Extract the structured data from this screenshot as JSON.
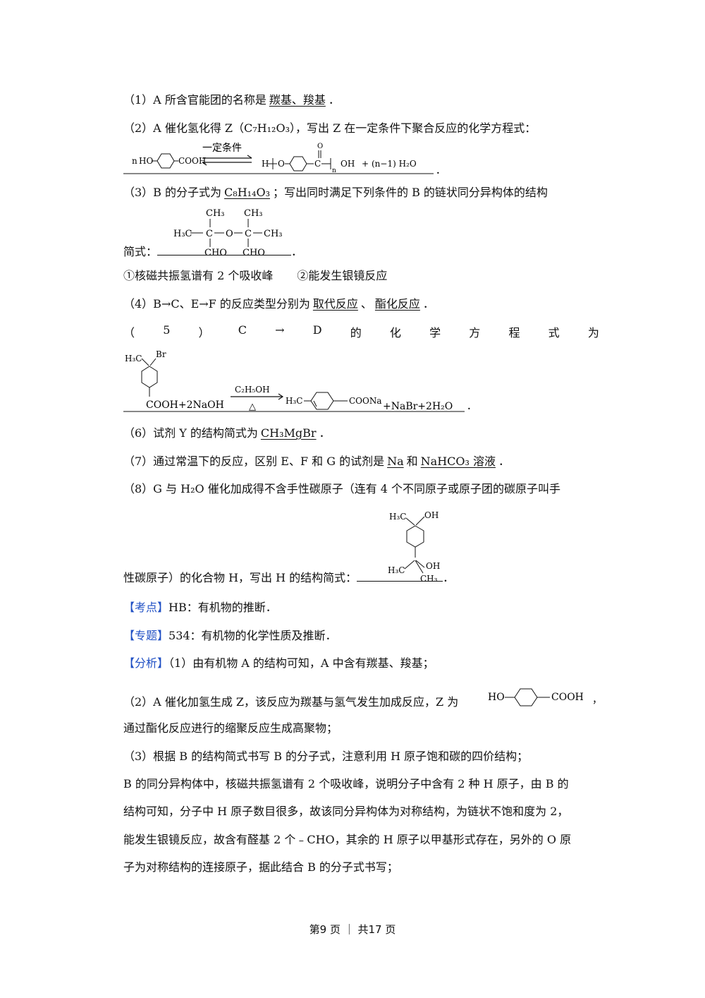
{
  "q1": {
    "text": "（1）A 所含官能团的名称是",
    "answer": "羰基、羧基",
    "end": "．"
  },
  "q2": {
    "text": "（2）A 催化氢化得 Z（C₇H₁₂O₃），写出 Z 在一定条件下聚合反应的化学方程式："
  },
  "eq2": {
    "n": "n",
    "reactant": "HO",
    "cooh": "COOH",
    "condition": "一定条件",
    "product_h": "H",
    "product_o": "O",
    "carbonyl_o": "O",
    "c": "C",
    "n_sub": "n",
    "oh": "OH",
    "plus": "+",
    "water": "(n−1) H₂O",
    "end": "．"
  },
  "q3": {
    "text_a": "（3）B 的分子式为",
    "formula": "C₈H₁₄O₃",
    "text_b": "；写出同时满足下列条件的 B 的链状同分异构体的结构",
    "label": "简式：",
    "end": "．",
    "cond1": "①核磁共振氢谱有 2 个吸收峰",
    "cond2": "②能发生银镜反应"
  },
  "struct3": {
    "ch3": "CH₃",
    "h3c": "H₃C",
    "c": "C",
    "o": "O",
    "cho": "CHO"
  },
  "q4": {
    "text": "（4）B→C、E→F 的反应类型分别为",
    "ans1": "取代反应",
    "sep": "、",
    "ans2": "酯化反应",
    "end": "．"
  },
  "q5": {
    "chars": [
      "（",
      "5",
      "）",
      "C",
      "→",
      "D",
      "的",
      "化",
      "学",
      "方",
      "程",
      "式",
      "为"
    ]
  },
  "eq5": {
    "h3c": "H₃C",
    "br": "Br",
    "reagent": "COOH+2NaOH",
    "cond_top": "C₂H₅OH",
    "cond_bottom": "△",
    "product_h3c": "H₃C",
    "coona": "COONa",
    "rest": "+NaBr+2H₂O",
    "end": "．"
  },
  "q6": {
    "text": "（6）试剂 Y 的结构简式为",
    "answer": "CH₃MgBr",
    "end": "．"
  },
  "q7": {
    "text": "（7）通过常温下的反应，区别 E、F 和 G 的试剂是",
    "ans1": "Na",
    "sep": "和",
    "ans2": "NaHCO₃ 溶液",
    "end": "．"
  },
  "q8": {
    "text_a": "（8）G 与 H₂O 催化加成得不含手性碳原子（连有 4 个不同原子或原子团的碳原子叫手",
    "text_b": "性碳原子）的化合物 H，写出 H 的结构简式：",
    "end": "．"
  },
  "struct8": {
    "h3c": "H₃C",
    "oh": "OH",
    "h3c2": "H₃C",
    "oh2": "OH",
    "ch3": "CH₃"
  },
  "kaodian": {
    "tag": "【考点】",
    "text": "HB：有机物的推断．"
  },
  "zhuanti": {
    "tag": "【专题】",
    "text": "534：有机物的化学性质及推断．"
  },
  "fenxi": {
    "tag": "【分析】",
    "text": "（1）由有机物 A 的结构可知，A 中含有羰基、羧基；"
  },
  "p2": {
    "text_a": "（2）A 催化加氢生成 Z，该反应为羰基与氢气发生加成反应，Z 为",
    "ho": "HO",
    "cooh": "COOH",
    "comma": "，",
    "text_b": "通过酯化反应进行的缩聚反应生成高聚物；"
  },
  "p3": {
    "lines": [
      "（3）根据 B 的结构简式书写 B 的分子式，注意利用 H 原子饱和碳的四价结构；",
      "B 的同分异构体中，核磁共振氢谱有 2 个吸收峰，说明分子中含有 2 种 H 原子，由 B 的",
      "结构可知，分子中 H 原子数目很多，故该同分异构体为对称结构，为链状不饱和度为 2，",
      "能发生银镜反应，故含有醛基 2 个﹣CHO，其余的 H 原子以甲基形式存在，另外的 O 原",
      "子为对称结构的连接原子，据此结合 B 的分子式书写；"
    ]
  },
  "footer": {
    "text": "第9 页 ｜ 共17 页"
  }
}
